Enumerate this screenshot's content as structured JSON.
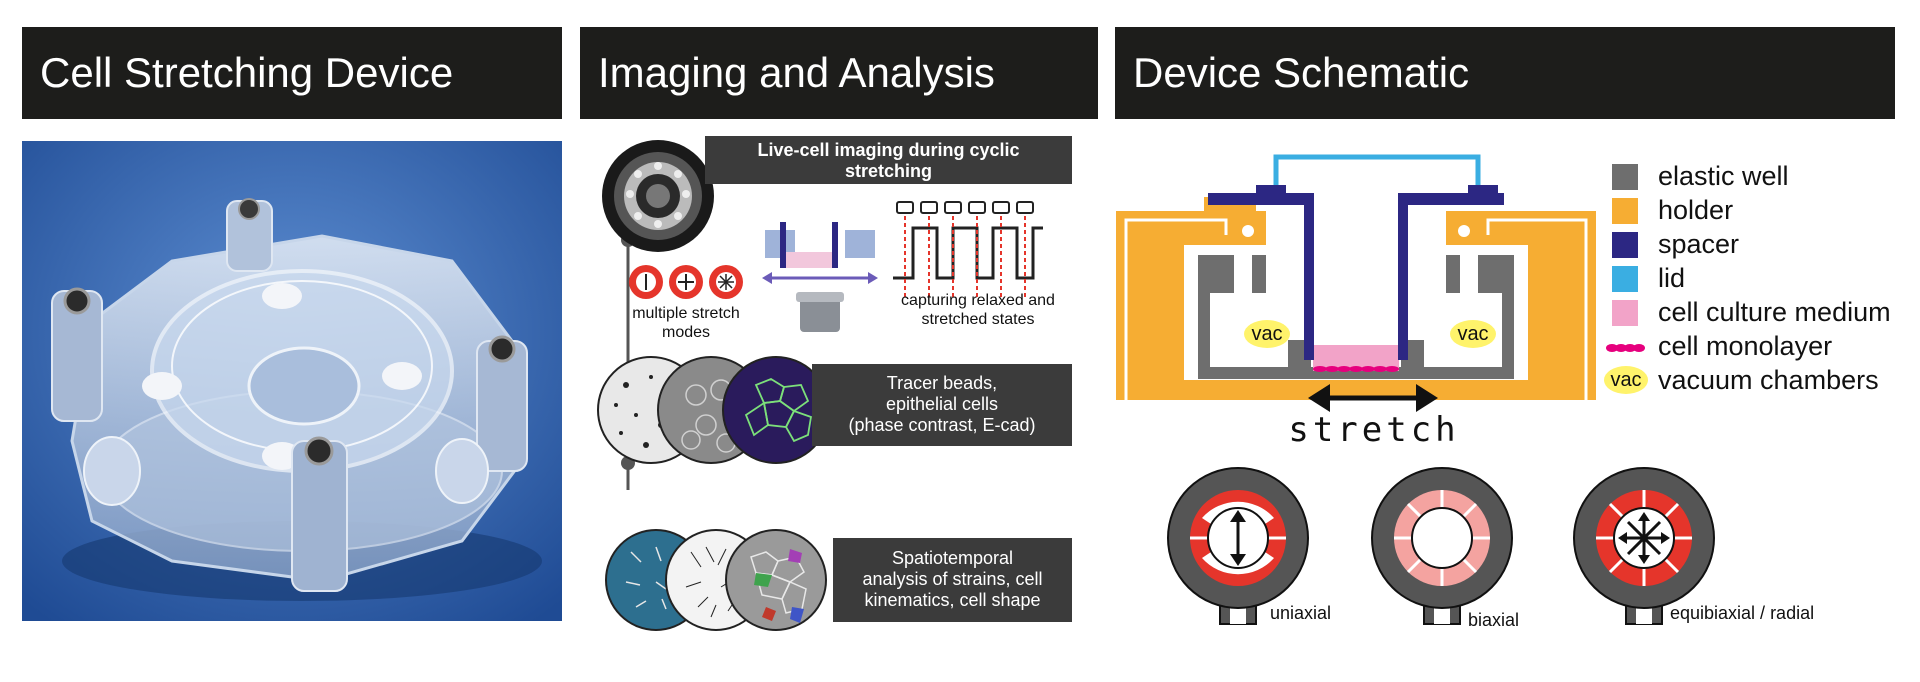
{
  "panels": {
    "device": {
      "title": "Cell Stretching Device"
    },
    "imaging": {
      "title": "Imaging and Analysis",
      "live_label": "Live-cell imaging during cyclic stretching",
      "modes_label": "multiple stretch modes",
      "capture_label": "capturing relaxed and stretched states",
      "tracer_label_line1": "Tracer beads,",
      "tracer_label_line2": "epithelial cells",
      "tracer_label_line3": "(phase contrast, E-cad)",
      "analysis_line1": "Spatiotemporal",
      "analysis_line2": "analysis of strains, cell",
      "analysis_line3": "kinematics, cell shape"
    },
    "schematic": {
      "title": "Device Schematic",
      "vac_left": "vac",
      "vac_right": "vac",
      "stretch_label": "stretch",
      "modes": [
        {
          "label": "uniaxial"
        },
        {
          "label": "biaxial"
        },
        {
          "label": "equibiaxial / radial"
        }
      ]
    }
  },
  "legend": [
    {
      "label": "elastic well",
      "color": "#6e6e6e"
    },
    {
      "label": "holder",
      "color": "#f6ad33"
    },
    {
      "label": "spacer",
      "color": "#2c2783"
    },
    {
      "label": "lid",
      "color": "#3aaee2"
    },
    {
      "label": "cell culture medium",
      "color": "#f2a3c8"
    },
    {
      "label": "cell monolayer",
      "color": "#e6007e"
    },
    {
      "label": "vacuum chambers",
      "badge": "vac",
      "color": "#fff36b"
    }
  ],
  "colors": {
    "header_bg": "#1d1d1b",
    "photo_bg": "#2f5fa8",
    "stretch_red": "#e5352b",
    "stretch_pink": "#f4a3a0"
  }
}
